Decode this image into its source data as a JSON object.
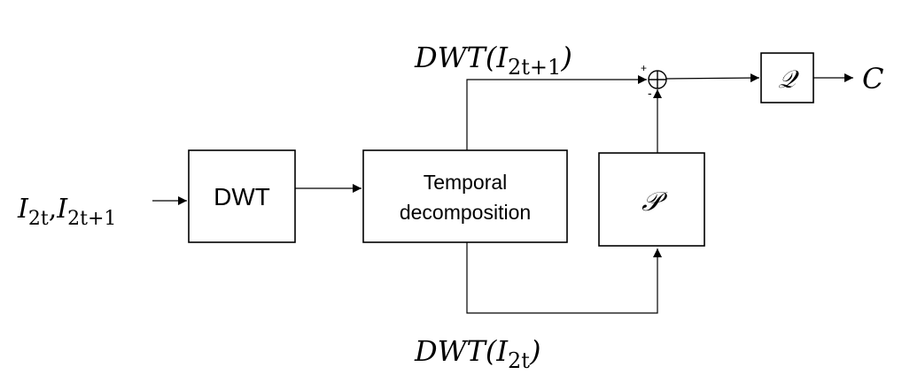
{
  "blocks": {
    "dwt": "DWT",
    "temporal_line1": "Temporal",
    "temporal_line2": "decomposition",
    "predictor": "𝒫",
    "quantizer": "𝒬"
  },
  "signals": {
    "input_a_base": "I",
    "input_a_sub": "2t",
    "input_sep": ",",
    "input_b_base": "I",
    "input_b_sub": "2t+1",
    "odd_prefix": "DWT(",
    "odd_base": "I",
    "odd_sub": "2t+1",
    "odd_suffix": ")",
    "even_prefix": "DWT(",
    "even_base": "I",
    "even_sub": "2t",
    "even_suffix": ")",
    "output": "C"
  },
  "summing_junction": {
    "plus_sign": "+",
    "minus_sign": "-"
  }
}
